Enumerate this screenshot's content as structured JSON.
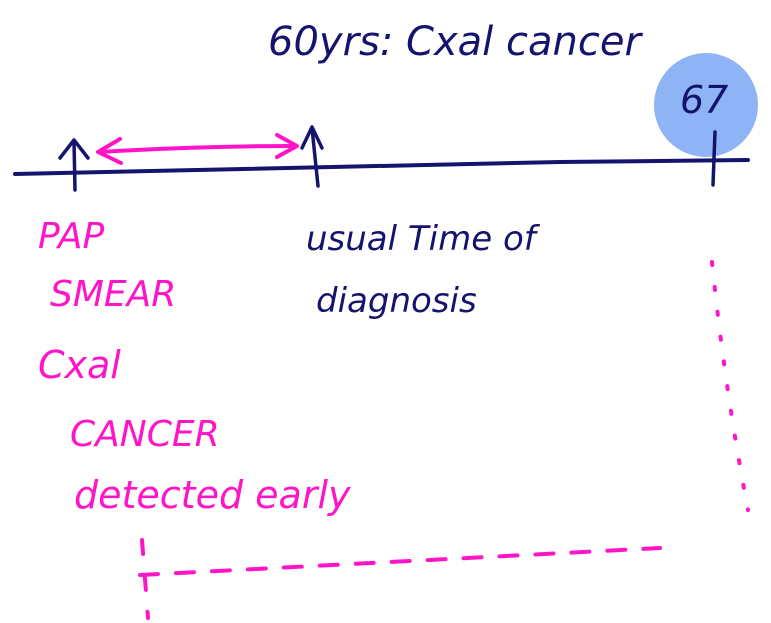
{
  "title": "60yrs: Cxal cancer",
  "timeline": {
    "end_label": "67",
    "usual_label_line1": "usual Time of",
    "usual_label_line2": "diagnosis"
  },
  "pap_note": {
    "line1": "PAP",
    "line2": "SMEAR",
    "line3": "Cxal",
    "line4": "CANCER",
    "line5": "detected early"
  },
  "colors": {
    "navy_ink": "#14146e",
    "pink_ink": "#ff14c8",
    "highlight": "#8fb4f5"
  }
}
